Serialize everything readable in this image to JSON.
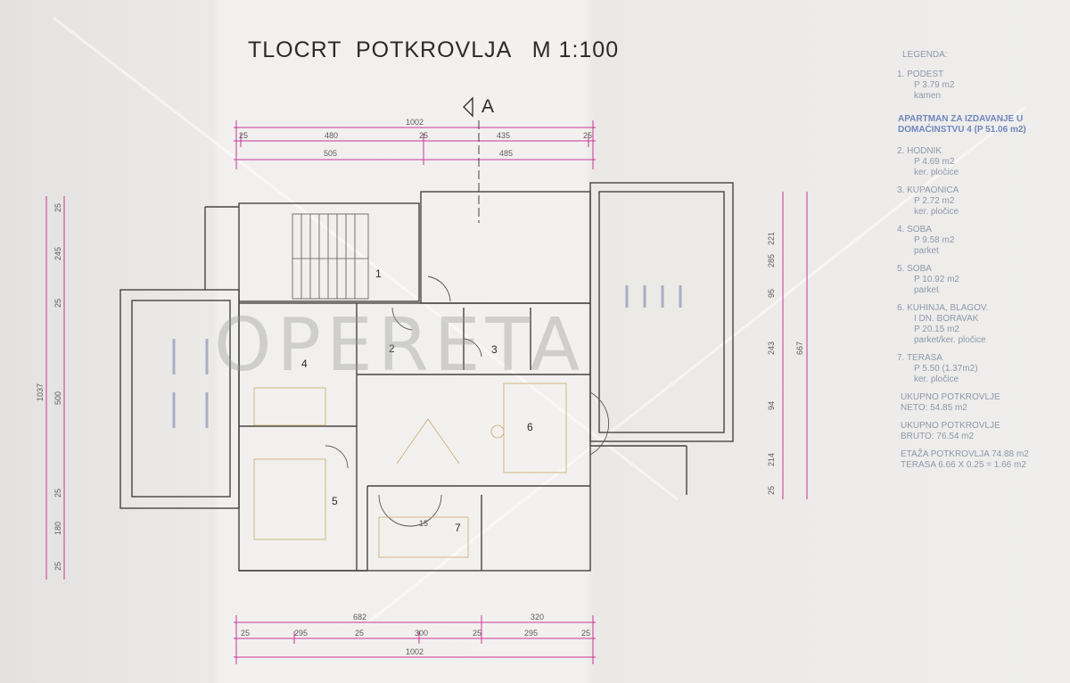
{
  "drawing": {
    "title": "TLOCRT  POTKROVLJA   M 1:100",
    "section_mark": "A",
    "watermark": "OPERETA"
  },
  "dimensions": {
    "top": [
      "1002",
      "25",
      "480",
      "25",
      "435",
      "25",
      "505",
      "485"
    ],
    "bottom": [
      "682",
      "320",
      "25",
      "295",
      "25",
      "300",
      "25",
      "295",
      "25",
      "1002"
    ],
    "left_overall": "1037",
    "left_chain": [
      "25",
      "245",
      "25",
      "500",
      "25",
      "180",
      "25"
    ],
    "right_chain": [
      "221",
      "285",
      "95",
      "243",
      "94",
      "214",
      "25"
    ],
    "right_overall": "667"
  },
  "rooms": {
    "1": "1",
    "2": "2",
    "3": "3",
    "4": "4",
    "5": "5",
    "6": "6",
    "7": "7",
    "15": "15"
  },
  "legend": {
    "heading": "LEGENDA:",
    "item1": {
      "l1": "1.  PODEST",
      "l2": "P  3.79 m2",
      "l3": "kamen"
    },
    "apartment": "APARTMAN ZA IZDAVANJE U DOMAĆINSTVU 4  (P 51.06 m2)",
    "item2": {
      "l1": "2.  HODNIK",
      "l2": "P  4.69  m2",
      "l3": "ker. pločice"
    },
    "item3": {
      "l1": "3.  KUPAONICA",
      "l2": "P  2.72 m2",
      "l3": "ker. pločice"
    },
    "item4": {
      "l1": "4.  SOBA",
      "l2": "P  9.58 m2",
      "l3": "parket"
    },
    "item5": {
      "l1": "5.  SOBA",
      "l2": "P  10.92 m2",
      "l3": "parket"
    },
    "item6": {
      "l1": "6.  KUHINJA,  BLAGOV.",
      "l1b": "I  DN.  BORAVAK",
      "l2": "P  20.15 m2",
      "l3": "parket/ker. pločice"
    },
    "item7": {
      "l1": "7.  TERASA",
      "l2": "P  5.50 (1.37m2)",
      "l3": "ker. pločice"
    },
    "neto": {
      "l1": "UKUPNO  POTKROVLJE",
      "l2": "NETO:  54.85 m2"
    },
    "bruto": {
      "l1": "UKUPNO  POTKROVLJE",
      "l2": "BRUTO:  76.54 m2"
    },
    "etaza": {
      "l1": "ETAŽA  POTKROVLJA  74.88 m2",
      "l2": "TERASA  6.66 X 0.25 = 1.66 m2"
    }
  }
}
